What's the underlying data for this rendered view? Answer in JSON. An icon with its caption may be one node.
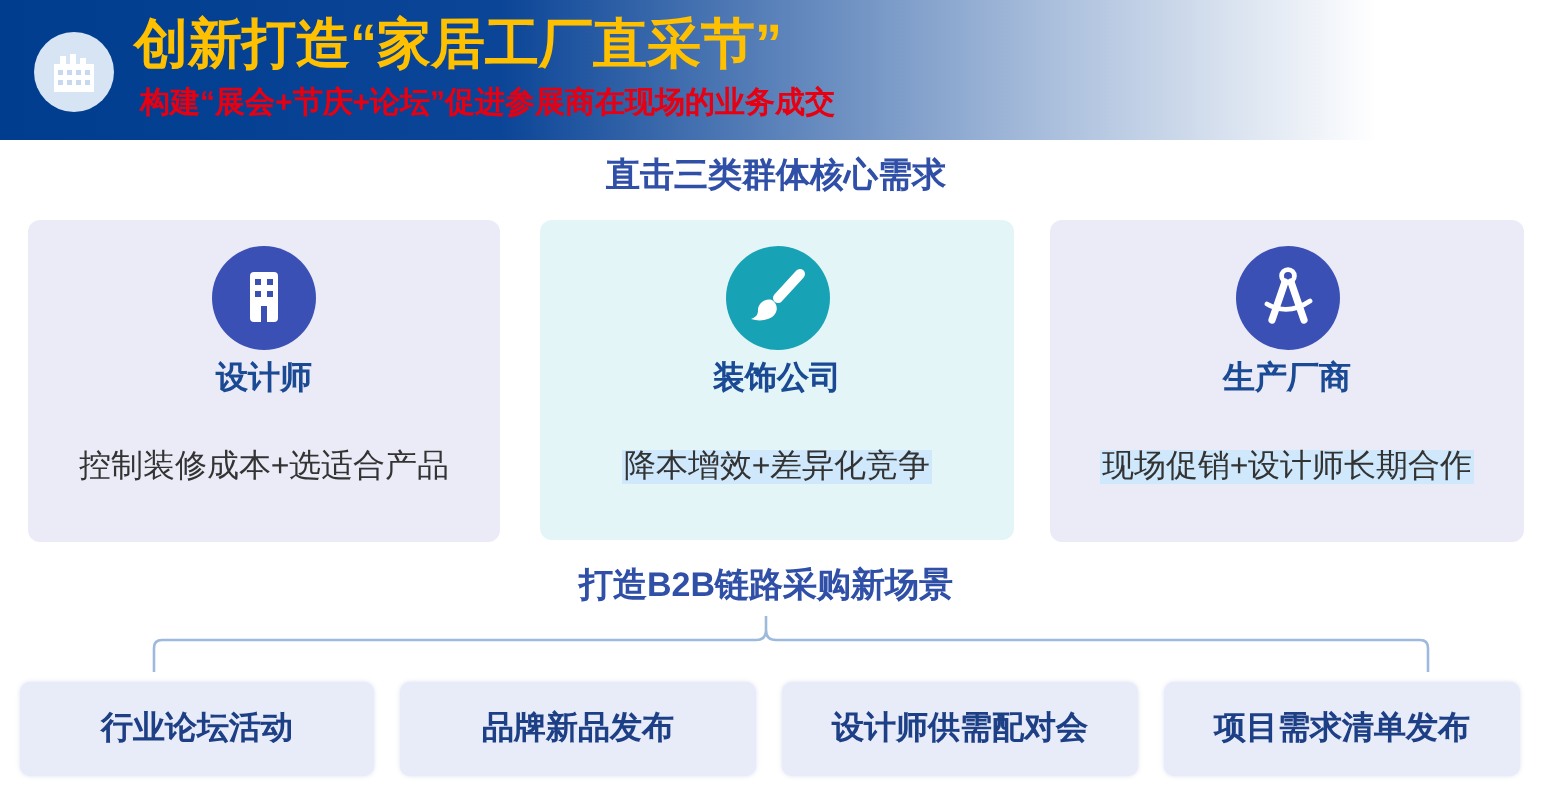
{
  "diagram": {
    "title": "创新打造“家居工厂直采节”",
    "nodes": [
      {
        "text": [
          "设计师",
          "控制装修成本+选适合产品"
        ]
      },
      {
        "text": [
          "装饰公司",
          "降本增效+差异化竞争"
        ]
      },
      {
        "text": [
          "生产厂商",
          "现场促销+设计师长期合作"
        ]
      },
      {
        "text": [
          "行业论坛活动"
        ]
      },
      {
        "text": [
          "品牌新品发布"
        ]
      },
      {
        "text": [
          "设计师供需配对会"
        ]
      },
      {
        "text": [
          "项目需求清单发布"
        ]
      }
    ],
    "labels": [
      "构建“展会+节庆+论坛”促进参展商在现场的业务成交",
      "直击三类群体核心需求",
      "打造B2B链路采购新场景"
    ]
  }
}
